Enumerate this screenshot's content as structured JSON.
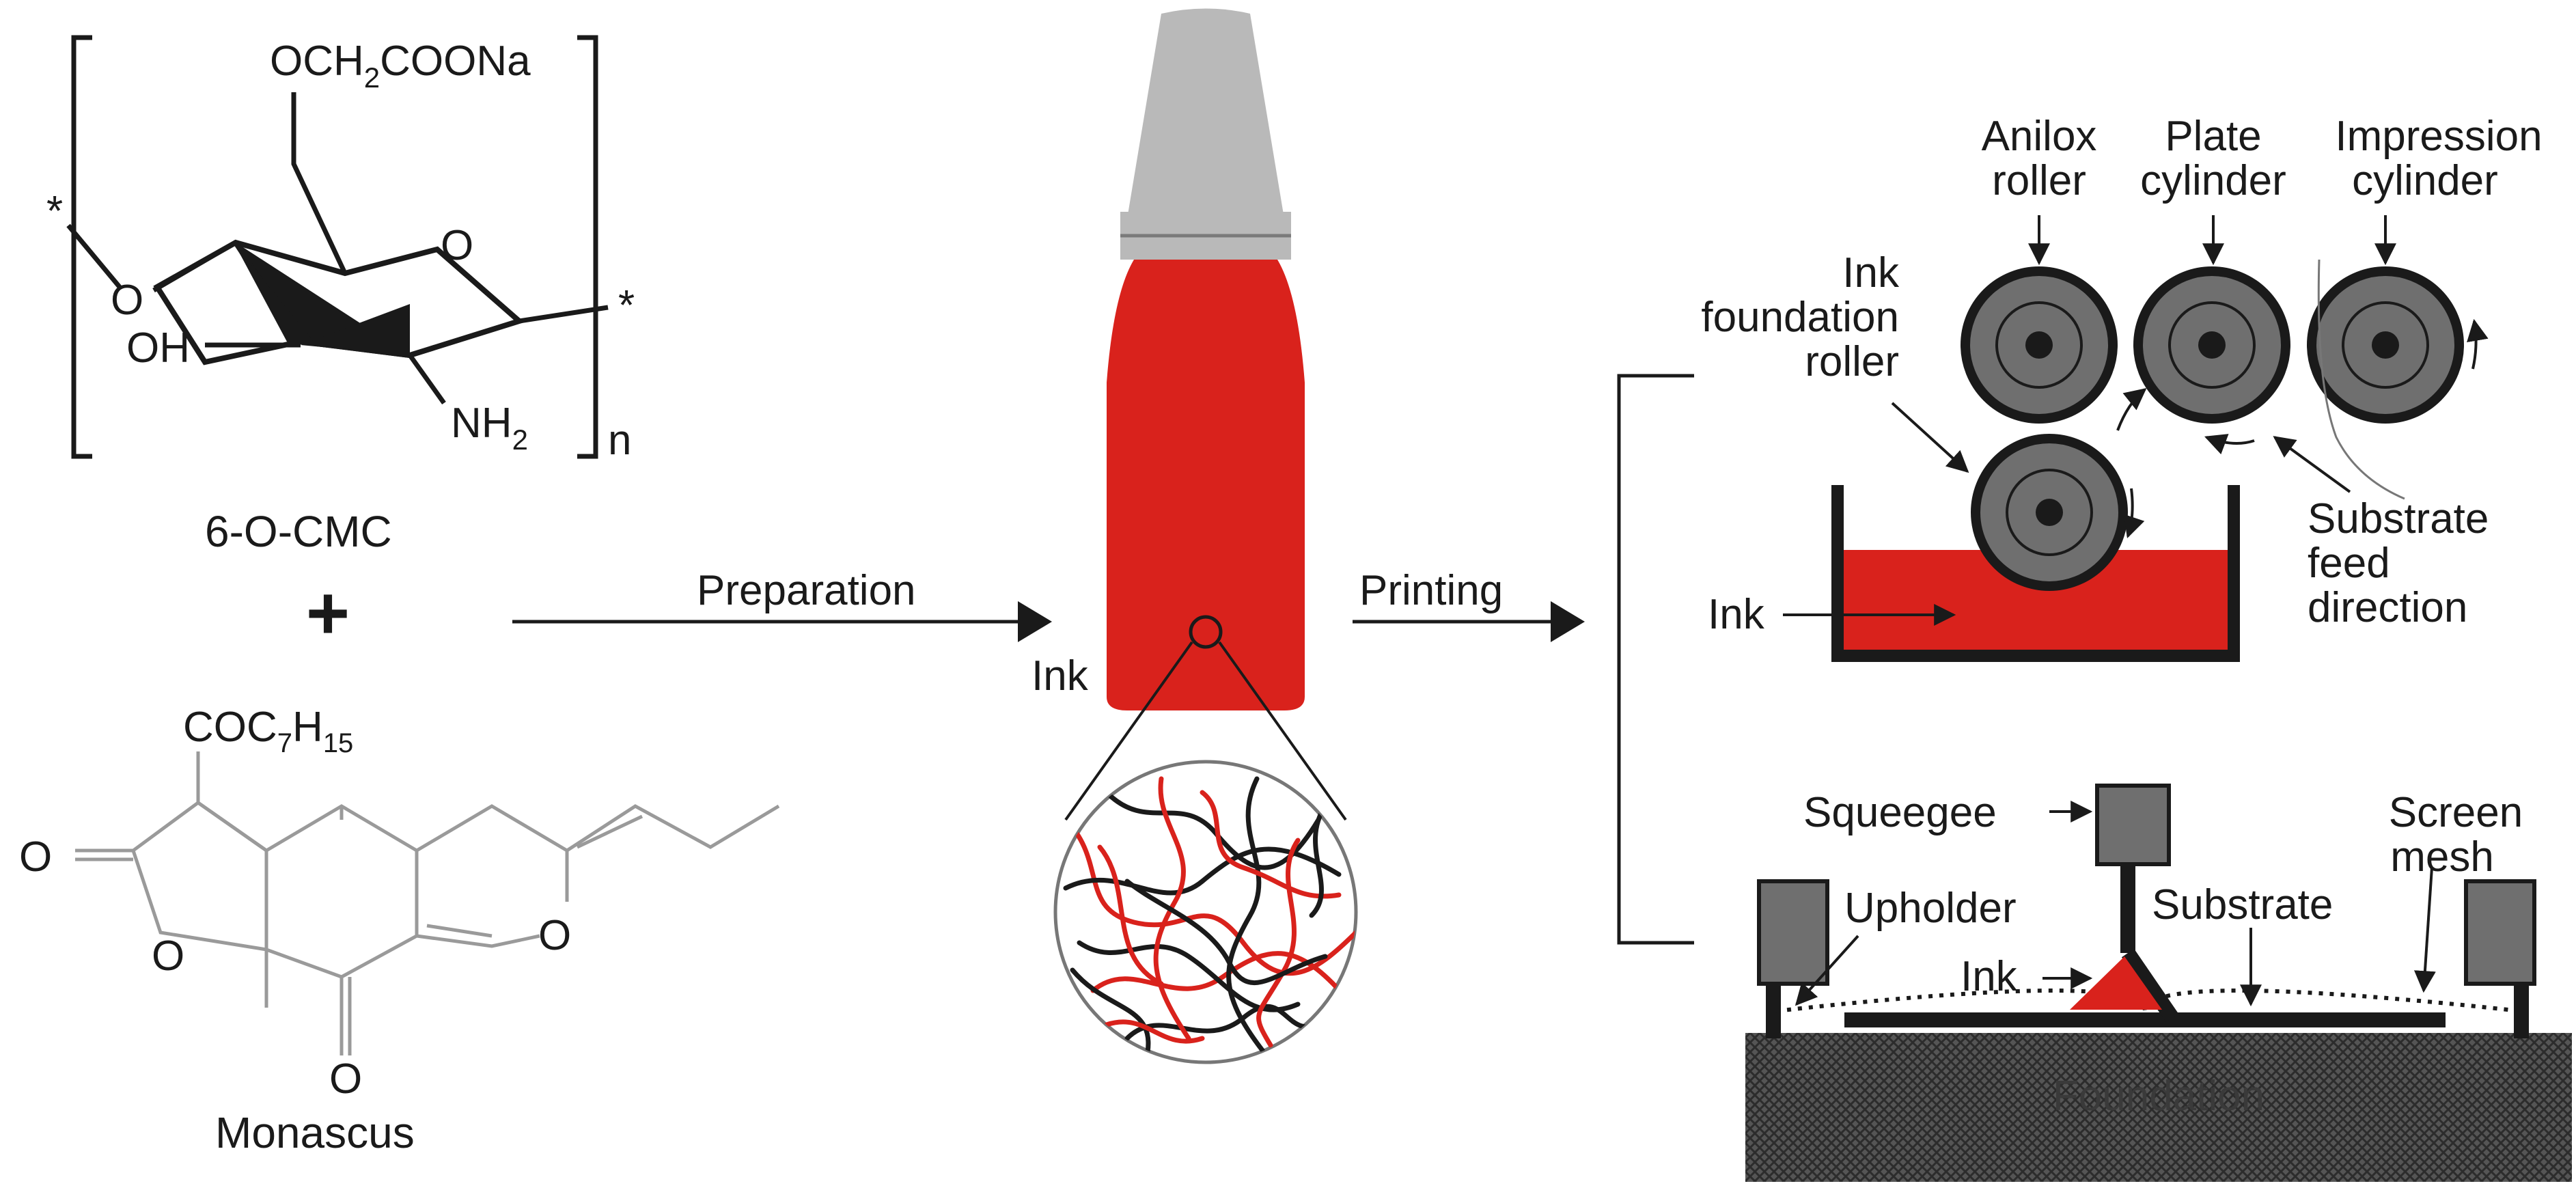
{
  "colors": {
    "ink_red": "#d9221c",
    "ink_dark_red": "#b3140f",
    "roller_gray": "#6f6f6f",
    "cap_gray": "#b9b9b9",
    "foundation_gray": "#4a4a4a",
    "outline": "#1a1a1a"
  },
  "cmc": {
    "substituent": "OCH",
    "sub_2": "2",
    "substituent_tail": "COONa",
    "ring_o": "O",
    "link_o": "O",
    "oh": "OH",
    "nh": "NH",
    "nh_2": "2",
    "star_left": "*",
    "star_right": "*",
    "repeat_n": "n",
    "name": "6-O-CMC"
  },
  "plus": "+",
  "monascus": {
    "acyl": "COC",
    "acyl_7": "7",
    "acyl_h": "H",
    "acyl_15": "15",
    "o_carbonyl_left": "O",
    "o_ring_lactone": "O",
    "o_pyran": "O",
    "o_ketone": "O",
    "name": "Monascus"
  },
  "arrows": {
    "preparation": "Preparation",
    "printing": "Printing"
  },
  "bottle": {
    "ink_label": "Ink"
  },
  "flexo": {
    "anilox_line1": "Anilox",
    "anilox_line2": "roller",
    "plate_line1": "Plate",
    "plate_line2": "cylinder",
    "impression_line1": "Impression",
    "impression_line2": "cylinder",
    "foundation_line1": "Ink",
    "foundation_line2": "foundation",
    "foundation_line3": "roller",
    "substrate_line1": "Substrate",
    "substrate_line2": "feed",
    "substrate_line3": "direction",
    "ink_label": "Ink"
  },
  "screen": {
    "squeegee": "Squeegee",
    "screen_line1": "Screen",
    "screen_line2": "mesh",
    "upholder": "Upholder",
    "substrate": "Substrate",
    "ink_label": "Ink",
    "foundation": "Foundation"
  }
}
